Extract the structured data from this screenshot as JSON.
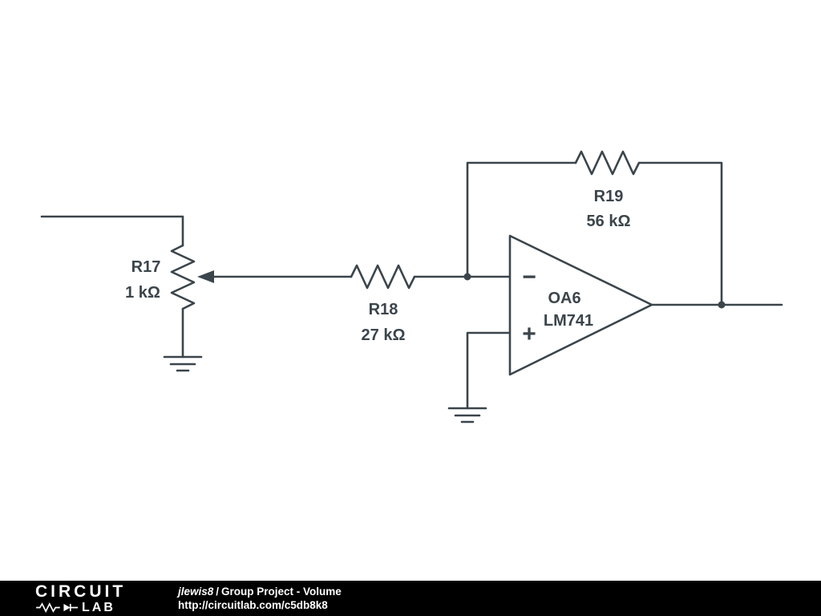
{
  "app": {
    "brand_line1": "CIRCUIT",
    "brand_line2": "LAB"
  },
  "schematic": {
    "components": {
      "r17": {
        "type": "potentiometer",
        "label": "R17",
        "value": "1 kΩ"
      },
      "r18": {
        "type": "resistor",
        "label": "R18",
        "value": "27 kΩ"
      },
      "r19": {
        "type": "resistor",
        "label": "R19",
        "value": "56 kΩ"
      },
      "oa6": {
        "type": "opamp",
        "label": "OA6",
        "part": "LM741",
        "inverting": "−",
        "noninverting": "+"
      }
    }
  },
  "footer": {
    "author": "jlewis8",
    "separator": "/",
    "title": "Group Project - Volume",
    "url": "http://circuitlab.com/c5db8k8"
  },
  "colors": {
    "wire": "#3b454b",
    "canvas_bg": "#ffffff",
    "footer_bg": "#000000",
    "footer_text": "#ffffff"
  }
}
